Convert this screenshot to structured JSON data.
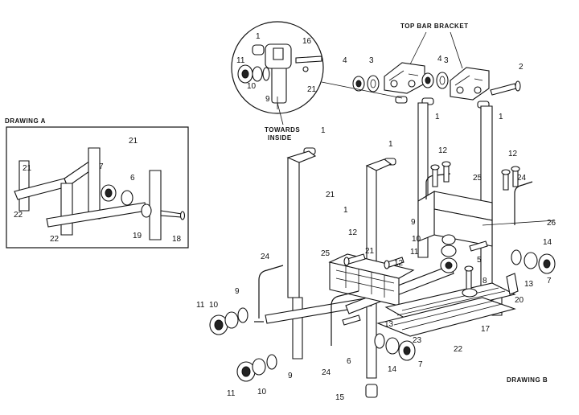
{
  "captions": {
    "top_bar_bracket": "TOP BAR BRACKET",
    "towards_inside_1": "TOWARDS",
    "towards_inside_2": "INSIDE",
    "drawing_a": "DRAWING A",
    "drawing_b": "DRAWING B"
  },
  "callouts": {
    "main": [
      "1",
      "1",
      "1",
      "1",
      "1",
      "2",
      "3",
      "3",
      "4",
      "4",
      "5",
      "6",
      "7",
      "7",
      "8",
      "9",
      "9",
      "9",
      "10",
      "10",
      "10",
      "11",
      "11",
      "11",
      "12",
      "12",
      "12",
      "12",
      "13",
      "13",
      "14",
      "14",
      "15",
      "17",
      "20",
      "21",
      "21",
      "22",
      "23",
      "24",
      "24",
      "24",
      "25",
      "25",
      "26"
    ],
    "inset_circle": [
      "1",
      "16",
      "11",
      "10",
      "9",
      "21"
    ],
    "drawing_a": [
      "21",
      "21",
      "7",
      "6",
      "22",
      "22",
      "19",
      "18"
    ]
  }
}
